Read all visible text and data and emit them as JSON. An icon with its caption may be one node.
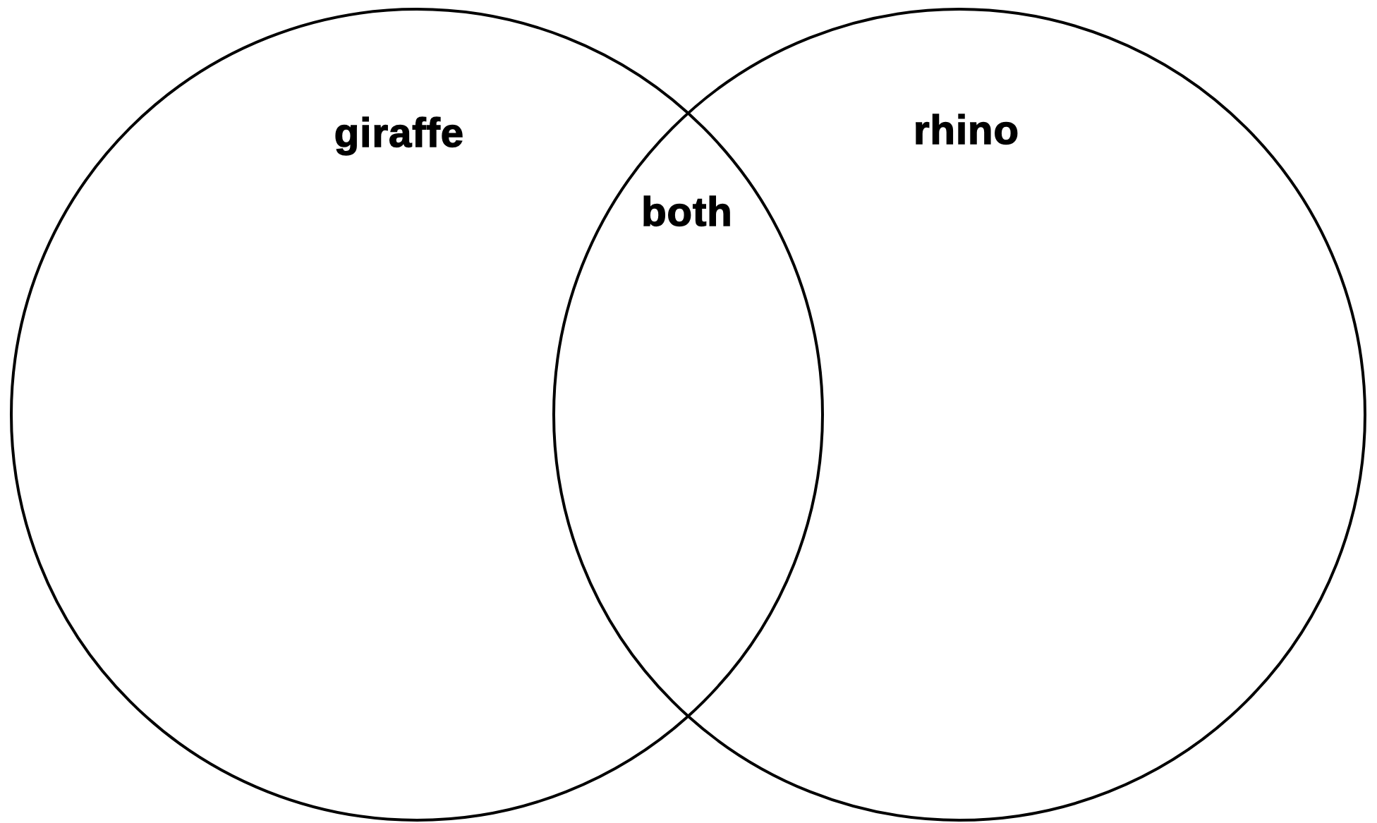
{
  "diagram": {
    "nodes": [
      {
        "text": [
          "giraffe"
        ]
      },
      {
        "text": [
          "rhino"
        ]
      }
    ],
    "edges": [],
    "labels": [
      "both"
    ]
  }
}
